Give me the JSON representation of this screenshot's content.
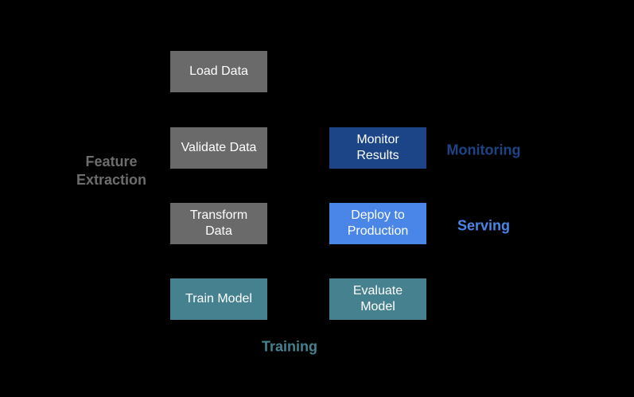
{
  "colors": {
    "background": "#000000",
    "node_text": "#ffffff",
    "gray": "#6a6a6a",
    "teal": "#45818e",
    "dark_blue": "#1c4587",
    "light_blue": "#4a86e8",
    "gray_label": "#6d6d6d"
  },
  "nodes": {
    "load_data": {
      "label": "Load Data",
      "color": "#6a6a6a"
    },
    "validate_data": {
      "label": "Validate Data",
      "color": "#6a6a6a"
    },
    "transform_data": {
      "label": "Transform\nData",
      "color": "#6a6a6a"
    },
    "train_model": {
      "label": "Train Model",
      "color": "#45818e"
    },
    "monitor_results": {
      "label": "Monitor\nResults",
      "color": "#1c4587"
    },
    "deploy_to_production": {
      "label": "Deploy to\nProduction",
      "color": "#4a86e8"
    },
    "evaluate_model": {
      "label": "Evaluate\nModel",
      "color": "#45818e"
    }
  },
  "stages": {
    "feature_extraction": {
      "label": "Feature\nExtraction",
      "color": "#6d6d6d"
    },
    "monitoring": {
      "label": "Monitoring",
      "color": "#1c4587"
    },
    "serving": {
      "label": "Serving",
      "color": "#4a86e8"
    },
    "training": {
      "label": "Training",
      "color": "#45818e"
    }
  }
}
